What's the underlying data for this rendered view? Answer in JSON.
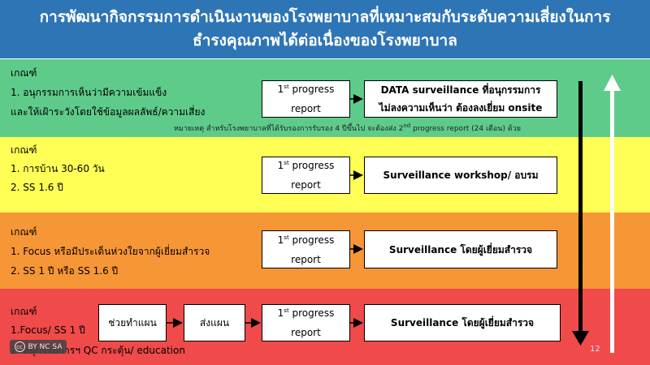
{
  "title": {
    "line1": "การพัฒนากิจกรรมการดำเนินงานของโรงพยาบาลที่เหมาะสมกับระดับความเสี่ยงในการ",
    "line2": "ธำรงคุณภาพได้ต่อเนื่องของโรงพยาบาล"
  },
  "tiers": [
    {
      "criteria_label": "เกณฑ์",
      "item1": "1.      อนุกรรมการเห็นว่ามีความเข้มแข็ง",
      "item2": "และให้เฝ้าระวังโดยใช้ข้อมูลผลลัพธ์/ความเสี่ยง",
      "progress_main": "1",
      "progress_sup": "st",
      "progress_rest": " progress",
      "progress_line2": "report",
      "outcome_line1": "DATA surveillance ที่อนุกรรมการ",
      "outcome_line2": "ไม่ลงความเห็นว่า ต้องลงเยี่ยม onsite",
      "note_prefix": "หมายเหตุ สำหรับโรงพยาบาลที่ได้รับรองการรับรอง 4 ปีขึ้นไป จะต้องส่ง 2",
      "note_sup": "nd",
      "note_suffix": " progress report (24 เดือน) ด้วย"
    },
    {
      "criteria_label": "เกณฑ์",
      "item1": "1. การบ้าน 30-60 วัน",
      "item2": "2. SS 1.6 ปี",
      "progress_main": "1",
      "progress_sup": "st",
      "progress_rest": " progress",
      "progress_line2": "report",
      "outcome_line1": "Surveillance workshop/ อบรม"
    },
    {
      "criteria_label": "เกณฑ์",
      "item1": "1. Focus หรือมีประเด็นห่วงใยจากผู้เยี่ยมสำรวจ",
      "item2": "2. SS 1 ปี หรือ SS 1.6 ปี",
      "progress_main": "1",
      "progress_sup": "st",
      "progress_rest": " progress",
      "progress_line2": "report",
      "outcome_line1": "Surveillance โดยผู้เยี่ยมสำรวจ"
    },
    {
      "criteria_label": "เกณฑ์",
      "item1": "1.Focus/ SS 1 ปี",
      "item2": "2. อนุกรรมการฯ QC กระตุ้น/ education",
      "step1": "ช่วยทำแผน",
      "step2": "ส่งแผน",
      "progress_main": "1",
      "progress_sup": "st",
      "progress_rest": " progress",
      "progress_line2": "report",
      "outcome_line1": "Surveillance โดยผู้เยี่ยมสำรวจ"
    }
  ],
  "page_number": "12",
  "cc_label": "BY NC SA",
  "colors": {
    "title_bg": "#2e75b6",
    "tier1": "#5ecb8a",
    "tier2": "#ffff55",
    "tier3": "#f79637",
    "tier4": "#f04a4a"
  },
  "icons": [
    "down-arrow-icon",
    "up-arrow-icon",
    "right-arrow-icon",
    "cc-license-icon"
  ]
}
